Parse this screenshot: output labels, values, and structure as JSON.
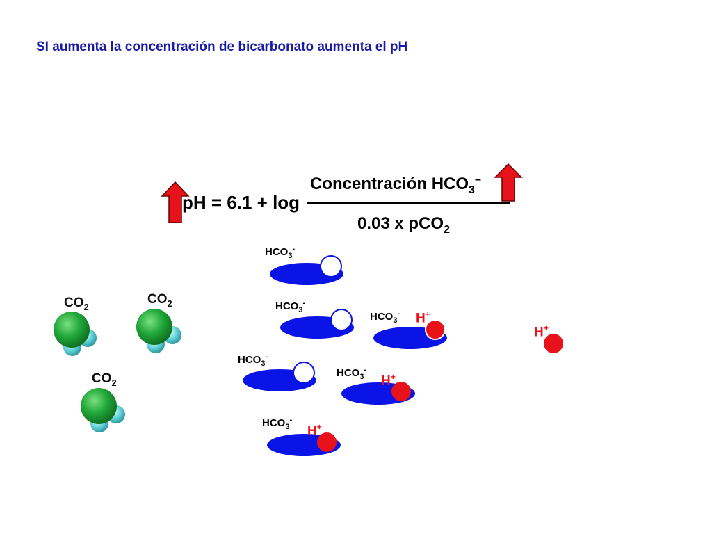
{
  "title": "SI aumenta la concentración de bicarbonato aumenta el pH",
  "equation": {
    "left": "pH = 6.1 + log",
    "numerator": "Concentración HCO",
    "numerator_sub": "3",
    "numerator_sup": "–",
    "denominator": "0.03 x pCO",
    "denominator_sub": "2"
  },
  "labels": {
    "hco3": "HCO",
    "hco3_sub": "3",
    "hco3_sup": "-",
    "co2": "CO",
    "co2_sub": "2",
    "hplus": "H",
    "hplus_sup": "+"
  },
  "colors": {
    "title": "#1a1aa6",
    "arrow": "#e8121a",
    "bicarbonate": "#0a14e6",
    "proton": "#e8121a",
    "co2_carbon": "#22a83a",
    "co2_oxygen": "#5fd0d6"
  },
  "icons": [
    "up-arrow-icon",
    "co2-molecule-icon",
    "bicarbonate-ion-icon",
    "proton-icon"
  ]
}
